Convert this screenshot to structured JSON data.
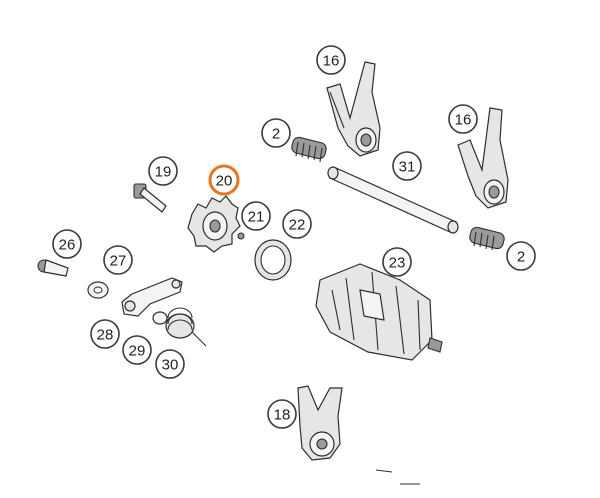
{
  "highlight_color": "#e87722",
  "callouts": [
    {
      "id": "c16a",
      "label": "16"
    },
    {
      "id": "c2a",
      "label": "2"
    },
    {
      "id": "c16b",
      "label": "16"
    },
    {
      "id": "c31",
      "label": "31"
    },
    {
      "id": "c19",
      "label": "19"
    },
    {
      "id": "c20",
      "label": "20",
      "highlighted": true
    },
    {
      "id": "c21",
      "label": "21"
    },
    {
      "id": "c22",
      "label": "22"
    },
    {
      "id": "c26",
      "label": "26"
    },
    {
      "id": "c27",
      "label": "27"
    },
    {
      "id": "c23",
      "label": "23"
    },
    {
      "id": "c2b",
      "label": "2"
    },
    {
      "id": "c28",
      "label": "28"
    },
    {
      "id": "c29",
      "label": "29"
    },
    {
      "id": "c30",
      "label": "30"
    },
    {
      "id": "c18",
      "label": "18"
    }
  ]
}
